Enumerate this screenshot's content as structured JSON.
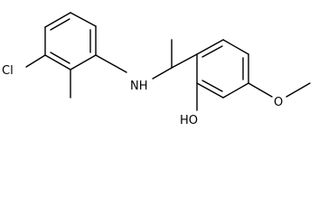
{
  "molecule": {
    "atoms": {
      "chlorine": "Cl",
      "amine": "NH",
      "hydroxyl": "HO",
      "ether_oxygen": "O"
    }
  },
  "colors": {
    "bond": "#000000",
    "background": "#ffffff"
  }
}
